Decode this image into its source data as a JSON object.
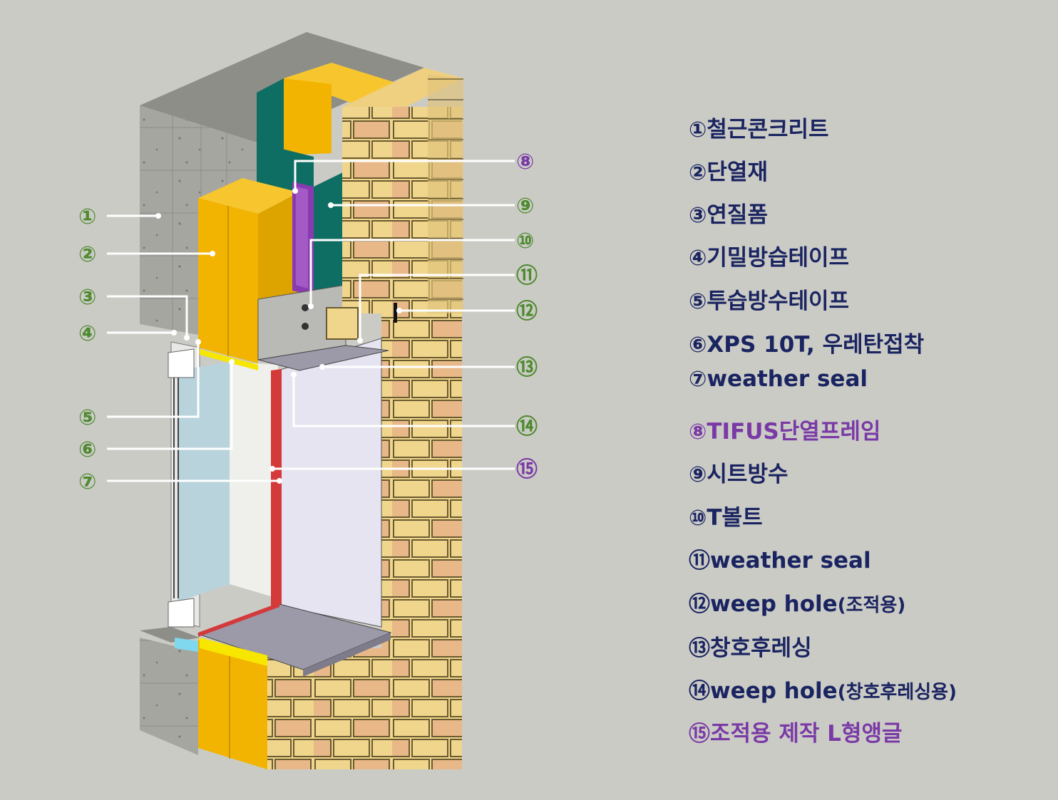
{
  "colors": {
    "background": "#cbcbc6",
    "callout_left": "#4e8a2e",
    "callout_right": "#4e8a2e",
    "callout_highlight": "#7a3aa6",
    "legend_text": "#1a2460",
    "legend_highlight": "#7a3aa6",
    "concrete": "#a6a6a1",
    "insulation": "#f2b400",
    "sheet_waterproof": "#0e6e63",
    "brick_light": "#f0d68c",
    "brick_dark": "#e8b888",
    "frame_purple": "#8a3ab0",
    "flashing": "#9c9aa8"
  },
  "callouts_left": [
    {
      "marker": "①",
      "name": "callout-1"
    },
    {
      "marker": "②",
      "name": "callout-2"
    },
    {
      "marker": "③",
      "name": "callout-3"
    },
    {
      "marker": "④",
      "name": "callout-4"
    },
    {
      "marker": "⑤",
      "name": "callout-5"
    },
    {
      "marker": "⑥",
      "name": "callout-6"
    },
    {
      "marker": "⑦",
      "name": "callout-7"
    }
  ],
  "callouts_right": [
    {
      "marker": "⑧",
      "name": "callout-8"
    },
    {
      "marker": "⑨",
      "name": "callout-9"
    },
    {
      "marker": "⑩",
      "name": "callout-10"
    },
    {
      "marker": "⑪",
      "name": "callout-11"
    },
    {
      "marker": "⑫",
      "name": "callout-12"
    },
    {
      "marker": "⑬",
      "name": "callout-13"
    },
    {
      "marker": "⑭",
      "name": "callout-14"
    },
    {
      "marker": "⑮",
      "name": "callout-15"
    }
  ],
  "legend": [
    {
      "marker": "①",
      "text": "철근콘크리트",
      "extra": ""
    },
    {
      "marker": "②",
      "text": "단열재",
      "extra": ""
    },
    {
      "marker": "③",
      "text": "연질폼",
      "extra": ""
    },
    {
      "marker": "④",
      "text": "기밀방습테이프",
      "extra": ""
    },
    {
      "marker": "⑤",
      "text": "투습방수테이프",
      "extra": ""
    },
    {
      "marker": "⑥",
      "text": "XPS 10T, 우레탄접착",
      "extra": ""
    },
    {
      "marker": "⑦",
      "text": "weather seal",
      "extra": ""
    },
    {
      "marker": "⑧",
      "text": "TIFUS단열프레임",
      "extra": ""
    },
    {
      "marker": "⑨",
      "text": "시트방수",
      "extra": ""
    },
    {
      "marker": "⑩",
      "text": "T볼트",
      "extra": ""
    },
    {
      "marker": "⑪",
      "text": "weather seal",
      "extra": ""
    },
    {
      "marker": "⑫",
      "text": "weep hole",
      "extra": "(조적용)"
    },
    {
      "marker": "⑬",
      "text": "창호후레싱",
      "extra": ""
    },
    {
      "marker": "⑭",
      "text": "weep hole",
      "extra": "(창호후레싱용)"
    },
    {
      "marker": "⑮",
      "text": "조적용 제작 L형앵글",
      "extra": ""
    }
  ]
}
